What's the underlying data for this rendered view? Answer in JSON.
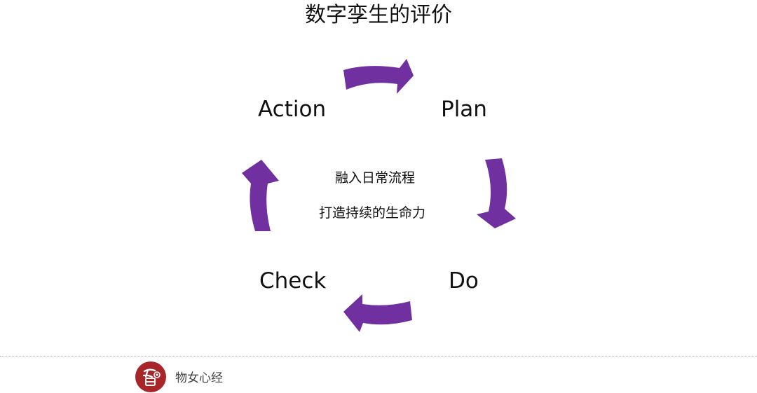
{
  "title": "数字孪生的评价",
  "stages": {
    "action": "Action",
    "plan": "Plan",
    "check": "Check",
    "do": "Do"
  },
  "center": {
    "line1": "融入日常流程",
    "line2": "打造持续的生命力"
  },
  "footer": {
    "brand": "物女心经",
    "logo_icon": "brand-seal-icon"
  },
  "colors": {
    "arrow": "#7030a0",
    "logo": "#a8262a"
  }
}
